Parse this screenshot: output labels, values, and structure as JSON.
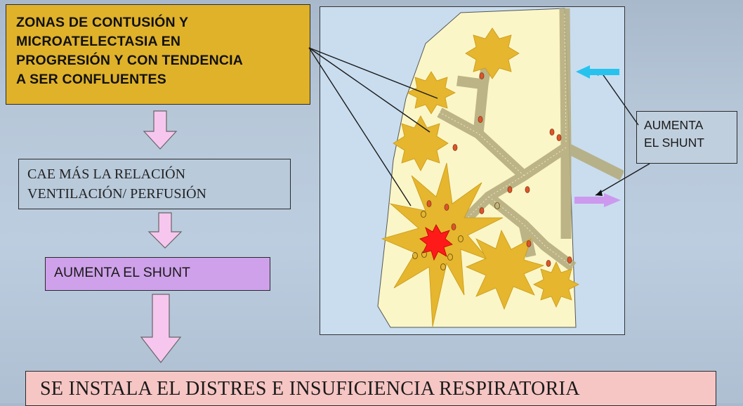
{
  "boxes": {
    "contusion": [
      "ZONAS DE CONTUSIÓN  Y",
      "MICROATELECTASIA EN",
      "PROGRESIÓN Y CON TENDENCIA",
      "A SER CONFLUENTES"
    ],
    "ventilacion": [
      "CAE MÁS LA RELACIÓN",
      "VENTILACIÓN/ PERFUSIÓN"
    ],
    "aumenta_shunt": "AUMENTA EL SHUNT",
    "shunt_side": [
      "AUMENTA",
      "EL SHUNT"
    ],
    "conclusion": "SE INSTALA EL DISTRES  E  INSUFICIENCIA RESPIRATORIA"
  },
  "colors": {
    "contusion_box": "#e0b22a",
    "shunt_box": "#cfa1ea",
    "conclusion_box": "#f6c6c4",
    "down_arrow": "#f7c6ef",
    "lung_fill": "#fbf6c7",
    "lesion": "#e5b62e",
    "hemorrhage": "#ff1a1a",
    "inflow_arrow": "#27c3ee",
    "outflow_arrow": "#cc99ef"
  },
  "icons": {
    "down_arrow": "hollow-down-arrow",
    "lung": "lung-section-illustration",
    "inflow": "cyan-left-arrow",
    "outflow": "violet-right-arrow"
  }
}
